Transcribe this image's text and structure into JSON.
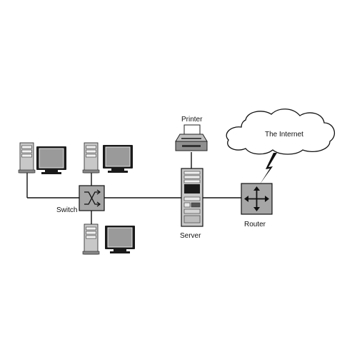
{
  "labels": {
    "switch": "Switch",
    "server": "Server",
    "router": "Router",
    "printer": "Printer",
    "internet": "The Internet"
  },
  "icons": {
    "switch": "switch-icon",
    "server": "server-tower-icon",
    "router": "router-icon",
    "printer": "printer-icon",
    "cloud": "cloud-icon",
    "lightning": "lightning-bolt-icon",
    "computer": "desktop-computer-icon"
  },
  "colors": {
    "device_gray": "#a6a6a6",
    "tower_gray": "#c8c8c8",
    "line": "#111111"
  }
}
